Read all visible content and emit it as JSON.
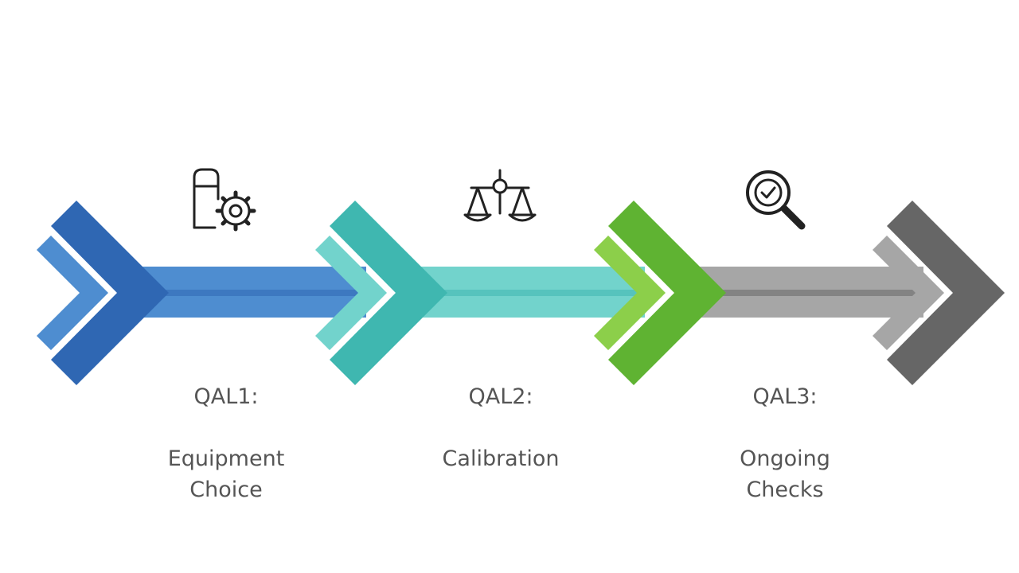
{
  "stages": [
    {
      "title": "QAL1:",
      "subtitle": "Equipment\nChoice",
      "icon": "equipment-gear-icon",
      "color_dark": "#2f67b3",
      "color_light": "#4e8dd0"
    },
    {
      "title": "QAL2:",
      "subtitle": "Calibration",
      "icon": "balance-scale-icon",
      "color_dark": "#3fb7b0",
      "color_light": "#72d3cc"
    },
    {
      "title": "QAL3:",
      "subtitle": "Ongoing\nChecks",
      "icon": "magnifier-check-icon",
      "color_dark": "#5fb332",
      "color_light": "#8ccf4a"
    }
  ],
  "end_arrow": {
    "icon": "end-chevron",
    "color_dark": "#666666",
    "color_light": "#a6a6a6"
  },
  "colors": {
    "icon_stroke": "#222222",
    "text": "#555555",
    "background": "#ffffff"
  }
}
